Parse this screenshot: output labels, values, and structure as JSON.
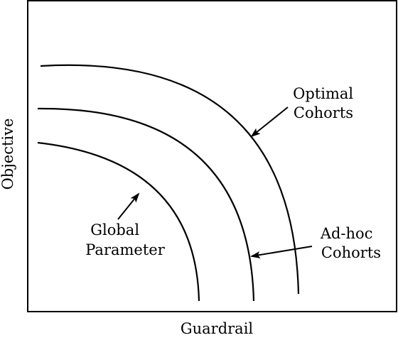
{
  "diagram": {
    "type": "tradeoff-frontier-diagram",
    "axes": {
      "xlabel": "Guardrail",
      "ylabel": "Objective"
    },
    "curves": [
      {
        "name": "Global Parameter",
        "rank": 1
      },
      {
        "name": "Ad-hoc Cohorts",
        "rank": 2
      },
      {
        "name": "Optimal Cohorts",
        "rank": 3
      }
    ],
    "annotations": [
      {
        "id": "optimal",
        "lines": [
          "Optimal",
          "Cohorts"
        ]
      },
      {
        "id": "adhoc",
        "lines": [
          "Ad-hoc",
          "Cohorts"
        ]
      },
      {
        "id": "global",
        "lines": [
          "Global",
          "Parameter"
        ]
      }
    ],
    "colors": {
      "stroke": "#000000",
      "background": "#ffffff"
    }
  }
}
